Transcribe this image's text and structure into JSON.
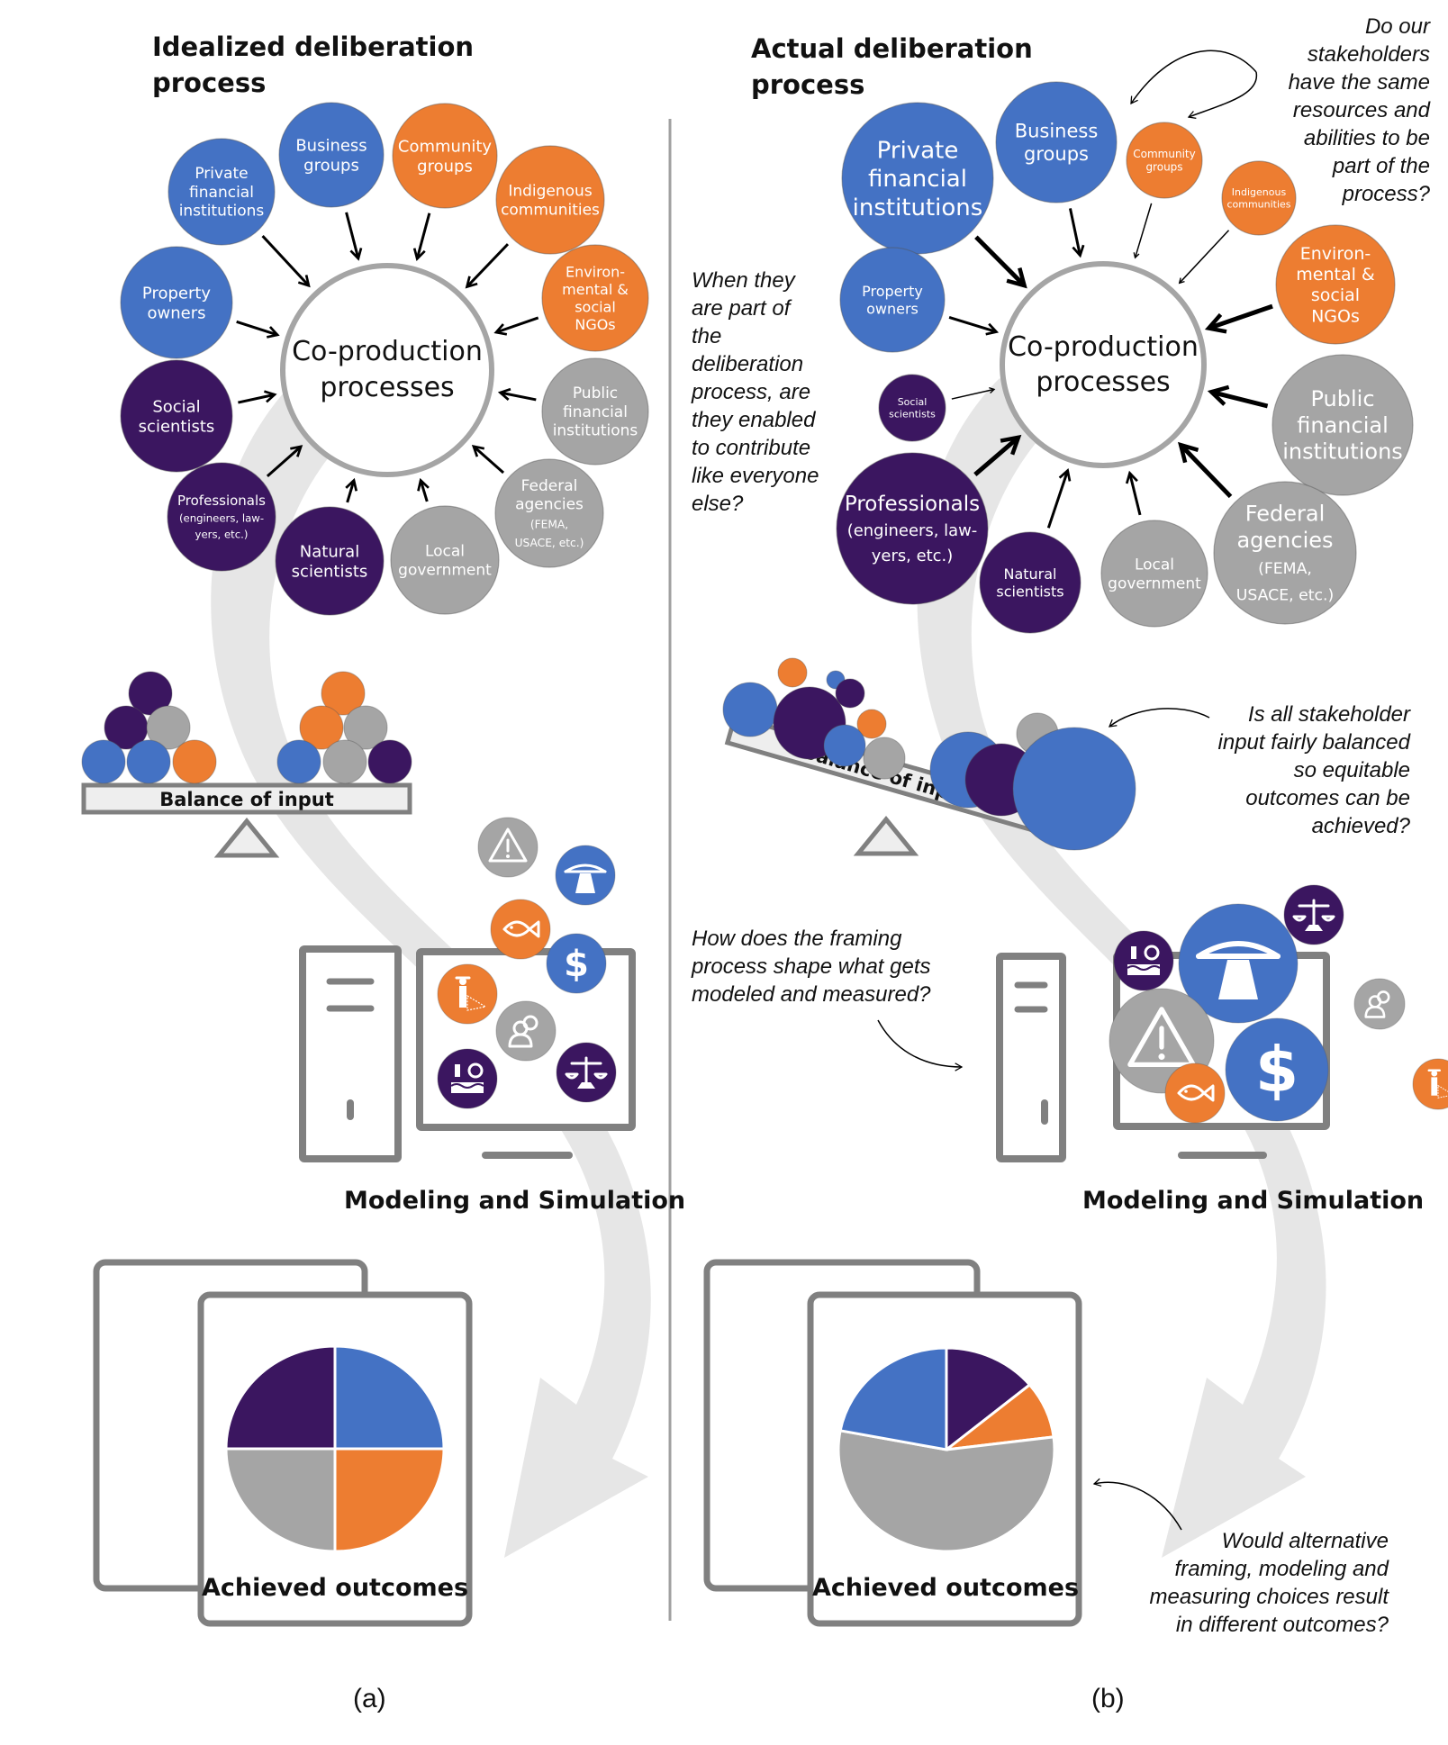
{
  "colors": {
    "blue": "#4472C4",
    "orange": "#ED7D31",
    "purple": "#3B1660",
    "gray": "#A5A5A5",
    "outline": "#808080",
    "flow_arrow": "#E6E6E6",
    "divider": "#A0A0A0"
  },
  "panel_a": {
    "title": "Idealized deliberation\nprocess",
    "center_label": [
      "Co-production",
      "processes"
    ],
    "stakeholders": [
      {
        "id": "private-financial",
        "lines": [
          "Private",
          "financial",
          "institutions"
        ],
        "color": "blue",
        "weight": "normal"
      },
      {
        "id": "business-groups",
        "lines": [
          "Business",
          "groups"
        ],
        "color": "blue",
        "weight": "normal"
      },
      {
        "id": "community-groups",
        "lines": [
          "Community",
          "groups"
        ],
        "color": "orange",
        "weight": "normal"
      },
      {
        "id": "indigenous-communities",
        "lines": [
          "Indigenous",
          "communities"
        ],
        "color": "orange",
        "weight": "normal"
      },
      {
        "id": "environmental-ngos",
        "lines": [
          "Environ-",
          "mental &",
          "social",
          "NGOs"
        ],
        "color": "orange",
        "weight": "normal"
      },
      {
        "id": "public-financial",
        "lines": [
          "Public",
          "financial",
          "institutions"
        ],
        "color": "gray",
        "weight": "normal"
      },
      {
        "id": "federal-agencies",
        "lines": [
          "Federal",
          "agencies",
          "(FEMA,",
          "USACE, etc.)"
        ],
        "color": "gray",
        "weight": "normal"
      },
      {
        "id": "local-government",
        "lines": [
          "Local",
          "government"
        ],
        "color": "gray",
        "weight": "normal"
      },
      {
        "id": "natural-scientists",
        "lines": [
          "Natural",
          "scientists"
        ],
        "color": "purple",
        "weight": "normal"
      },
      {
        "id": "professionals",
        "lines": [
          "Professionals",
          "(engineers, law-",
          "yers, etc.)"
        ],
        "color": "purple",
        "weight": "normal"
      },
      {
        "id": "social-scientists",
        "lines": [
          "Social",
          "scientists"
        ],
        "color": "purple",
        "weight": "normal"
      },
      {
        "id": "property-owners",
        "lines": [
          "Property",
          "owners"
        ],
        "color": "blue",
        "weight": "normal"
      }
    ],
    "balance": {
      "label": "Balance of input",
      "state": "level",
      "left_pile": [
        "purple",
        "purple",
        "gray",
        "blue",
        "blue",
        "orange"
      ],
      "right_pile": [
        "orange",
        "orange",
        "gray",
        "blue",
        "gray",
        "purple"
      ]
    },
    "modeling": {
      "label": "Modeling and Simulation",
      "icons": [
        {
          "name": "warning",
          "color": "gray"
        },
        {
          "name": "bridge-road",
          "color": "blue"
        },
        {
          "name": "fish",
          "color": "orange"
        },
        {
          "name": "dollar",
          "color": "blue"
        },
        {
          "name": "fisherman",
          "color": "orange"
        },
        {
          "name": "people",
          "color": "gray"
        },
        {
          "name": "pollution",
          "color": "purple"
        },
        {
          "name": "justice-scales",
          "color": "purple"
        }
      ]
    },
    "outcomes": {
      "label": "Achieved outcomes"
    },
    "panel_label": "(a)"
  },
  "panel_b": {
    "title": "Actual deliberation\nprocess",
    "center_label": [
      "Co-production",
      "processes"
    ],
    "stakeholders": [
      {
        "id": "private-financial",
        "lines": [
          "Private",
          "financial",
          "institutions"
        ],
        "color": "blue",
        "weight": "heavy"
      },
      {
        "id": "business-groups",
        "lines": [
          "Business",
          "groups"
        ],
        "color": "blue",
        "weight": "normal"
      },
      {
        "id": "community-groups",
        "lines": [
          "Community",
          "groups"
        ],
        "color": "orange",
        "weight": "light"
      },
      {
        "id": "indigenous-communities",
        "lines": [
          "Indigenous",
          "communities"
        ],
        "color": "orange",
        "weight": "light"
      },
      {
        "id": "environmental-ngos",
        "lines": [
          "Environ-",
          "mental &",
          "social",
          "NGOs"
        ],
        "color": "orange",
        "weight": "heavy"
      },
      {
        "id": "public-financial",
        "lines": [
          "Public",
          "financial",
          "institutions"
        ],
        "color": "gray",
        "weight": "heavy"
      },
      {
        "id": "federal-agencies",
        "lines": [
          "Federal",
          "agencies",
          "(FEMA,",
          "USACE, etc.)"
        ],
        "color": "gray",
        "weight": "heavy"
      },
      {
        "id": "local-government",
        "lines": [
          "Local",
          "government"
        ],
        "color": "gray",
        "weight": "normal"
      },
      {
        "id": "natural-scientists",
        "lines": [
          "Natural",
          "scientists"
        ],
        "color": "purple",
        "weight": "normal"
      },
      {
        "id": "professionals",
        "lines": [
          "Professionals",
          "(engineers, law-",
          "yers, etc.)"
        ],
        "color": "purple",
        "weight": "heavy"
      },
      {
        "id": "social-scientists",
        "lines": [
          "Social",
          "scientists"
        ],
        "color": "purple",
        "weight": "light"
      },
      {
        "id": "property-owners",
        "lines": [
          "Property",
          "owners"
        ],
        "color": "blue",
        "weight": "normal"
      }
    ],
    "balance": {
      "label": "Balance of input",
      "state": "tilted toward right",
      "left_pile": [
        "orange",
        "blue",
        "blue",
        "purple",
        "purple",
        "orange",
        "blue",
        "gray"
      ],
      "right_pile": [
        "blue",
        "gray",
        "purple",
        "blue"
      ]
    },
    "modeling": {
      "label": "Modeling and Simulation",
      "icons": [
        {
          "name": "pollution",
          "color": "purple",
          "inside": true
        },
        {
          "name": "bridge-road",
          "color": "blue",
          "inside": true
        },
        {
          "name": "justice-scales",
          "color": "purple",
          "inside": false
        },
        {
          "name": "warning",
          "color": "gray",
          "inside": true
        },
        {
          "name": "dollar",
          "color": "blue",
          "inside": true
        },
        {
          "name": "fish",
          "color": "orange",
          "inside": true
        },
        {
          "name": "people",
          "color": "gray",
          "inside": false
        },
        {
          "name": "fisherman",
          "color": "orange",
          "inside": false
        }
      ]
    },
    "outcomes": {
      "label": "Achieved outcomes"
    },
    "questions": {
      "resources": "Do our\nstakeholders\nhave the same\nresources and\nabilities to be\npart of the\nprocess?",
      "enabled": "When they\nare part of\nthe\ndeliberation\nprocess, are\nthey enabled\nto contribute\nlike everyone\nelse?",
      "balanced": "Is all stakeholder\ninput fairly balanced\nso equitable\noutcomes can be\nachieved?",
      "framing": "How does the framing\nprocess shape what gets\nmodeled and measured?",
      "alternative": "Would alternative\nframing, modeling and\nmeasuring choices result\nin different outcomes?"
    },
    "panel_label": "(b)"
  },
  "chart_data": [
    {
      "type": "pie",
      "title": "Achieved outcomes",
      "panel": "(a) Idealized",
      "categories": [
        "Blue stakeholders",
        "Orange stakeholders",
        "Gray stakeholders",
        "Purple stakeholders"
      ],
      "values": [
        25,
        25,
        25,
        25
      ],
      "colors": [
        "#4472C4",
        "#ED7D31",
        "#A5A5A5",
        "#3B1660"
      ]
    },
    {
      "type": "pie",
      "title": "Achieved outcomes",
      "panel": "(b) Actual",
      "categories": [
        "Purple stakeholders",
        "Orange stakeholders",
        "Gray stakeholders",
        "Blue stakeholders"
      ],
      "values": [
        14,
        9,
        55,
        22
      ],
      "colors": [
        "#3B1660",
        "#ED7D31",
        "#A5A5A5",
        "#4472C4"
      ]
    }
  ]
}
